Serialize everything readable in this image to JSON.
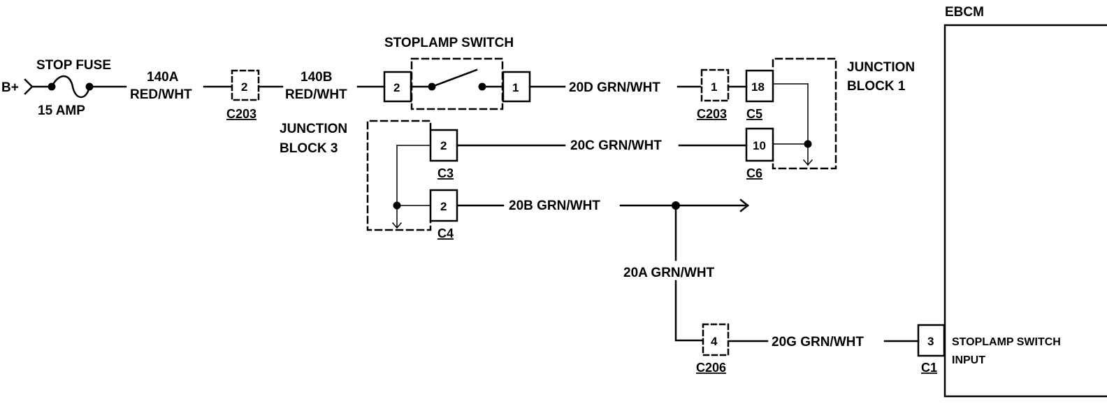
{
  "colors": {
    "ink": "#000000",
    "background": "#ffffff"
  },
  "power": {
    "battery_label": "B+"
  },
  "fuse": {
    "name": "STOP FUSE",
    "rating": "15 AMP"
  },
  "switch": {
    "name": "STOPLAMP SWITCH",
    "pin_in": "2",
    "pin_out": "1"
  },
  "connectors": {
    "c203_a": {
      "name": "C203",
      "pin": "2"
    },
    "c203_b": {
      "name": "C203",
      "pin": "1"
    },
    "c5": {
      "name": "C5",
      "pin": "18"
    },
    "c6": {
      "name": "C6",
      "pin": "10"
    },
    "c3": {
      "name": "C3",
      "pin": "2"
    },
    "c4": {
      "name": "C4",
      "pin": "2"
    },
    "c206": {
      "name": "C206",
      "pin": "4"
    },
    "c1": {
      "name": "C1",
      "pin": "3"
    }
  },
  "junction_blocks": {
    "jb1": {
      "line1": "JUNCTION",
      "line2": "BLOCK 1"
    },
    "jb3": {
      "line1": "JUNCTION",
      "line2": "BLOCK 3"
    }
  },
  "wires": {
    "w140a": {
      "circuit": "140A",
      "color": "RED/WHT"
    },
    "w140b": {
      "circuit": "140B",
      "color": "RED/WHT"
    },
    "w20d": "20D GRN/WHT",
    "w20c": "20C GRN/WHT",
    "w20b": "20B GRN/WHT",
    "w20a": "20A GRN/WHT",
    "w20g": "20G GRN/WHT"
  },
  "module": {
    "name": "EBCM",
    "input_line1": "STOPLAMP SWITCH",
    "input_line2": "INPUT"
  }
}
